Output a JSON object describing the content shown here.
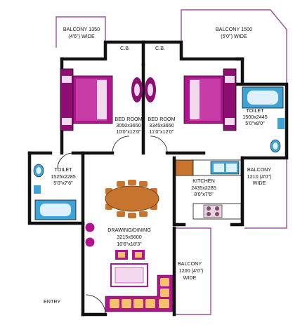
{
  "title": "",
  "rooms": {
    "balcony_left": {
      "name": "BALCONY 1350",
      "size": "(4'6\") WIDE"
    },
    "balcony_top_right": {
      "name": "BALCONY 1500",
      "size": "(5'0\") WIDE"
    },
    "cb_left": {
      "name": "C.B."
    },
    "cb_right": {
      "name": "C.B."
    },
    "bedroom_left": {
      "name": "BED ROOM",
      "mm": "3050x3650",
      "ft": "10'0\"x12'0\""
    },
    "bedroom_right": {
      "name": "BED ROOM",
      "mm": "3345x3650",
      "ft": "11'0\"x12'0\""
    },
    "toilet_right": {
      "name": "TOILET",
      "mm": "1500x2445",
      "ft": "5'0\"x8'0\""
    },
    "toilet_left": {
      "name": "TOILET",
      "mm": "1525x2285",
      "ft": "5'0\"x7'6\""
    },
    "kitchen": {
      "name": "KITCHEN",
      "mm": "2435x2285",
      "ft": "8'0\"x7'6\""
    },
    "balcony_right": {
      "name": "BALCONY",
      "line2": "1210 (4'0\")",
      "line3": "WIDE"
    },
    "drawing_dining": {
      "name": "DRAWING/DINING",
      "mm": "3215x5600",
      "ft": "10'6\"x18'3\""
    },
    "balcony_bottom": {
      "name": "BALCONY",
      "line2": "1200 (4'0\")",
      "line3": "WIDE"
    },
    "entry": {
      "name": "ENTRY"
    }
  },
  "colors": {
    "wall": "#111111",
    "balcony_outline": "#a0509a",
    "furniture_magenta": "#b0148e",
    "furniture_light": "#f4d8ee",
    "wood": "#c6742e",
    "tile_blue": "#3fa3d8",
    "cushion": "#f3c26b",
    "stove": "#7a4d6e"
  },
  "icons": [
    "bed-icon",
    "bed-icon",
    "chair-icon",
    "chair-icon",
    "bathtub-icon",
    "toilet-icon",
    "dining-table-icon",
    "sofa-icon",
    "stove-icon",
    "sink-icon"
  ]
}
